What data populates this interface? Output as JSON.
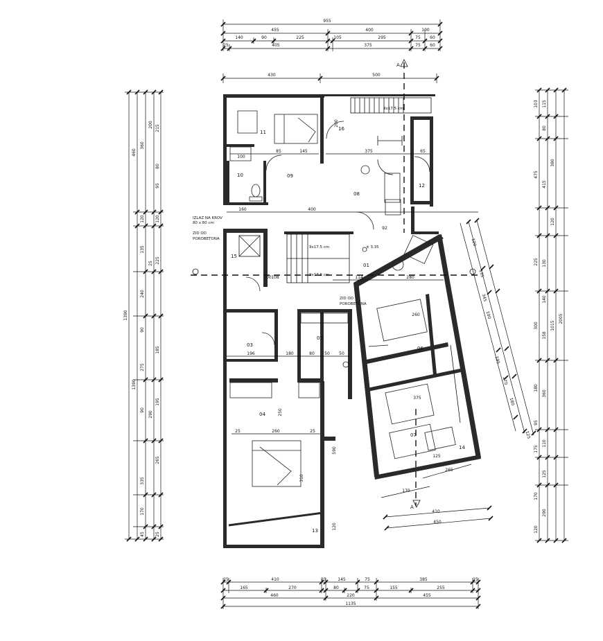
{
  "drawing": {
    "section_marker": "A",
    "elevation": "± 3.35",
    "top_dims": {
      "row1": [
        "955"
      ],
      "row2": [
        "455",
        "400",
        "100"
      ],
      "row3": [
        "140",
        "90",
        "225",
        "105",
        "295",
        "75",
        "60"
      ],
      "row4": [
        "25",
        "405",
        "375",
        "75",
        "60"
      ]
    },
    "upper_dims": [
      "430",
      "500"
    ],
    "bottom_dims": {
      "row1": [
        "25",
        "410",
        "25",
        "145",
        "75",
        "385",
        "25"
      ],
      "row2": [
        "165",
        "270",
        "80",
        "75",
        "155",
        "255"
      ],
      "row3": [
        "460",
        "220",
        "455"
      ],
      "row4": [
        "1135"
      ]
    },
    "left_dims": {
      "total": "1390",
      "sub": [
        "1390"
      ],
      "outer": [
        "460",
        "120",
        "135",
        "240",
        "90",
        "275",
        "90",
        "335",
        "170",
        "45"
      ],
      "inner": [
        "200",
        "360",
        "215",
        "80",
        "95",
        "120",
        "25",
        "225",
        "185",
        "195",
        "290",
        "265",
        "25"
      ]
    },
    "right_dims": {
      "total": "2005",
      "sub": [
        "1015"
      ],
      "values": [
        "103",
        "115",
        "475",
        "415",
        "380",
        "120",
        "80",
        "225",
        "130",
        "140",
        "300",
        "158",
        "180",
        "360",
        "95",
        "110",
        "175",
        "120",
        "290",
        "125",
        "170"
      ]
    },
    "diagonal_dims": [
      "120",
      "345",
      "100",
      "270",
      "195",
      "135",
      "125",
      "180"
    ],
    "bottom_right_dims": [
      "410",
      "450",
      "170",
      "265",
      "125"
    ],
    "rooms": [
      {
        "num": "01"
      },
      {
        "num": "03"
      },
      {
        "num": "04"
      },
      {
        "num": "05"
      },
      {
        "num": "06"
      },
      {
        "num": "07"
      },
      {
        "num": "08"
      },
      {
        "num": "09"
      },
      {
        "num": "10"
      },
      {
        "num": "11"
      },
      {
        "num": "12"
      },
      {
        "num": "13"
      },
      {
        "num": "14"
      },
      {
        "num": "15"
      },
      {
        "num": "16"
      }
    ],
    "notes": {
      "roof_exit": "IZLAZ NA KROV",
      "roof_exit_size": "80 x 80 cm",
      "wall_left_1": "ZID OD",
      "wall_left_2": "POROBETONA",
      "wall_mid_1": "ZID OD",
      "wall_mid_2": "POROBETONA",
      "stair1": "9x17.5 cm",
      "stair2": "9x17.5 cm",
      "stair3": "9x17.5 cm"
    },
    "interior_dims": [
      "100",
      "85",
      "145",
      "375",
      "65",
      "160",
      "400",
      "92",
      "114",
      "108",
      "196",
      "180",
      "80",
      "50",
      "50",
      "260",
      "25",
      "25",
      "310",
      "250",
      "120",
      "590",
      "280",
      "375",
      "260",
      "100",
      "200"
    ]
  }
}
